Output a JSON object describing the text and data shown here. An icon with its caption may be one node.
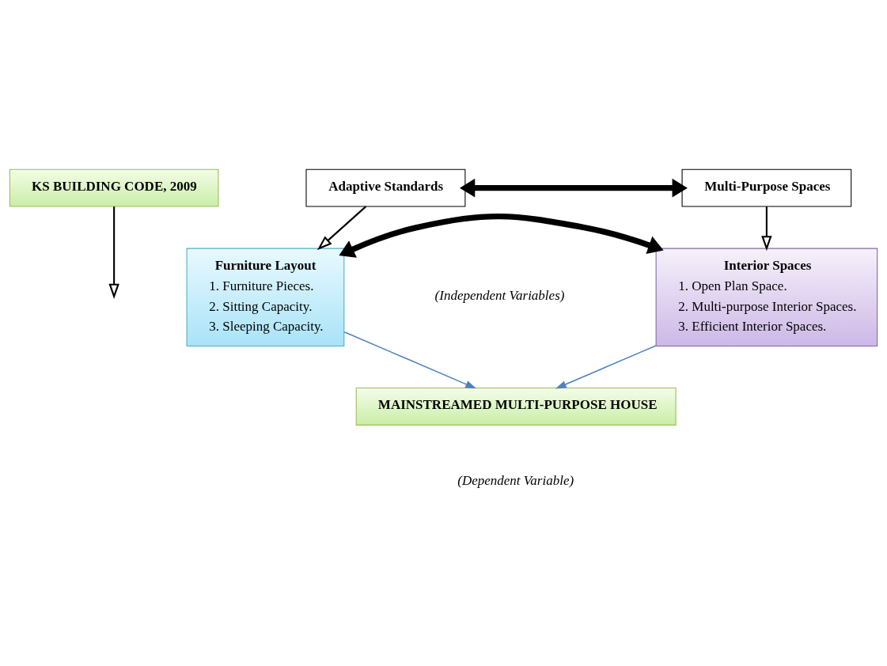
{
  "diagram": {
    "nodes": [
      {
        "text": [
          "KS BUILDING CODE, 2009"
        ]
      },
      {
        "text": [
          "Adaptive Standards"
        ]
      },
      {
        "text": [
          "Multi-Purpose Spaces"
        ]
      },
      {
        "text": [
          "Furniture Layout",
          "1. Furniture Pieces.",
          "2. Sitting Capacity.",
          "3. Sleeping Capacity."
        ]
      },
      {
        "text": [
          "Interior Spaces",
          "1. Open Plan Space.",
          "2. Multi-purpose Interior Spaces.",
          "3. Efficient Interior Spaces."
        ]
      },
      {
        "text": [
          "MAINSTREAMED MULTI-PURPOSE HOUSE"
        ]
      }
    ],
    "edges": [
      {
        "from": 0,
        "to": null,
        "arrow": "to"
      },
      {
        "from": 1,
        "to": 2,
        "arrow": "both",
        "style": "thick"
      },
      {
        "from": 1,
        "to": 3,
        "arrow": "to"
      },
      {
        "from": 2,
        "to": 4,
        "arrow": "to"
      },
      {
        "from": 3,
        "to": 4,
        "arrow": "both",
        "style": "thick"
      },
      {
        "from": 3,
        "to": 5,
        "arrow": "to",
        "color": "#4f81bd"
      },
      {
        "from": 4,
        "to": 5,
        "arrow": "to",
        "color": "#4f81bd"
      }
    ],
    "labels": [
      "(Independent Variables)",
      "(Dependent Variable)"
    ]
  }
}
